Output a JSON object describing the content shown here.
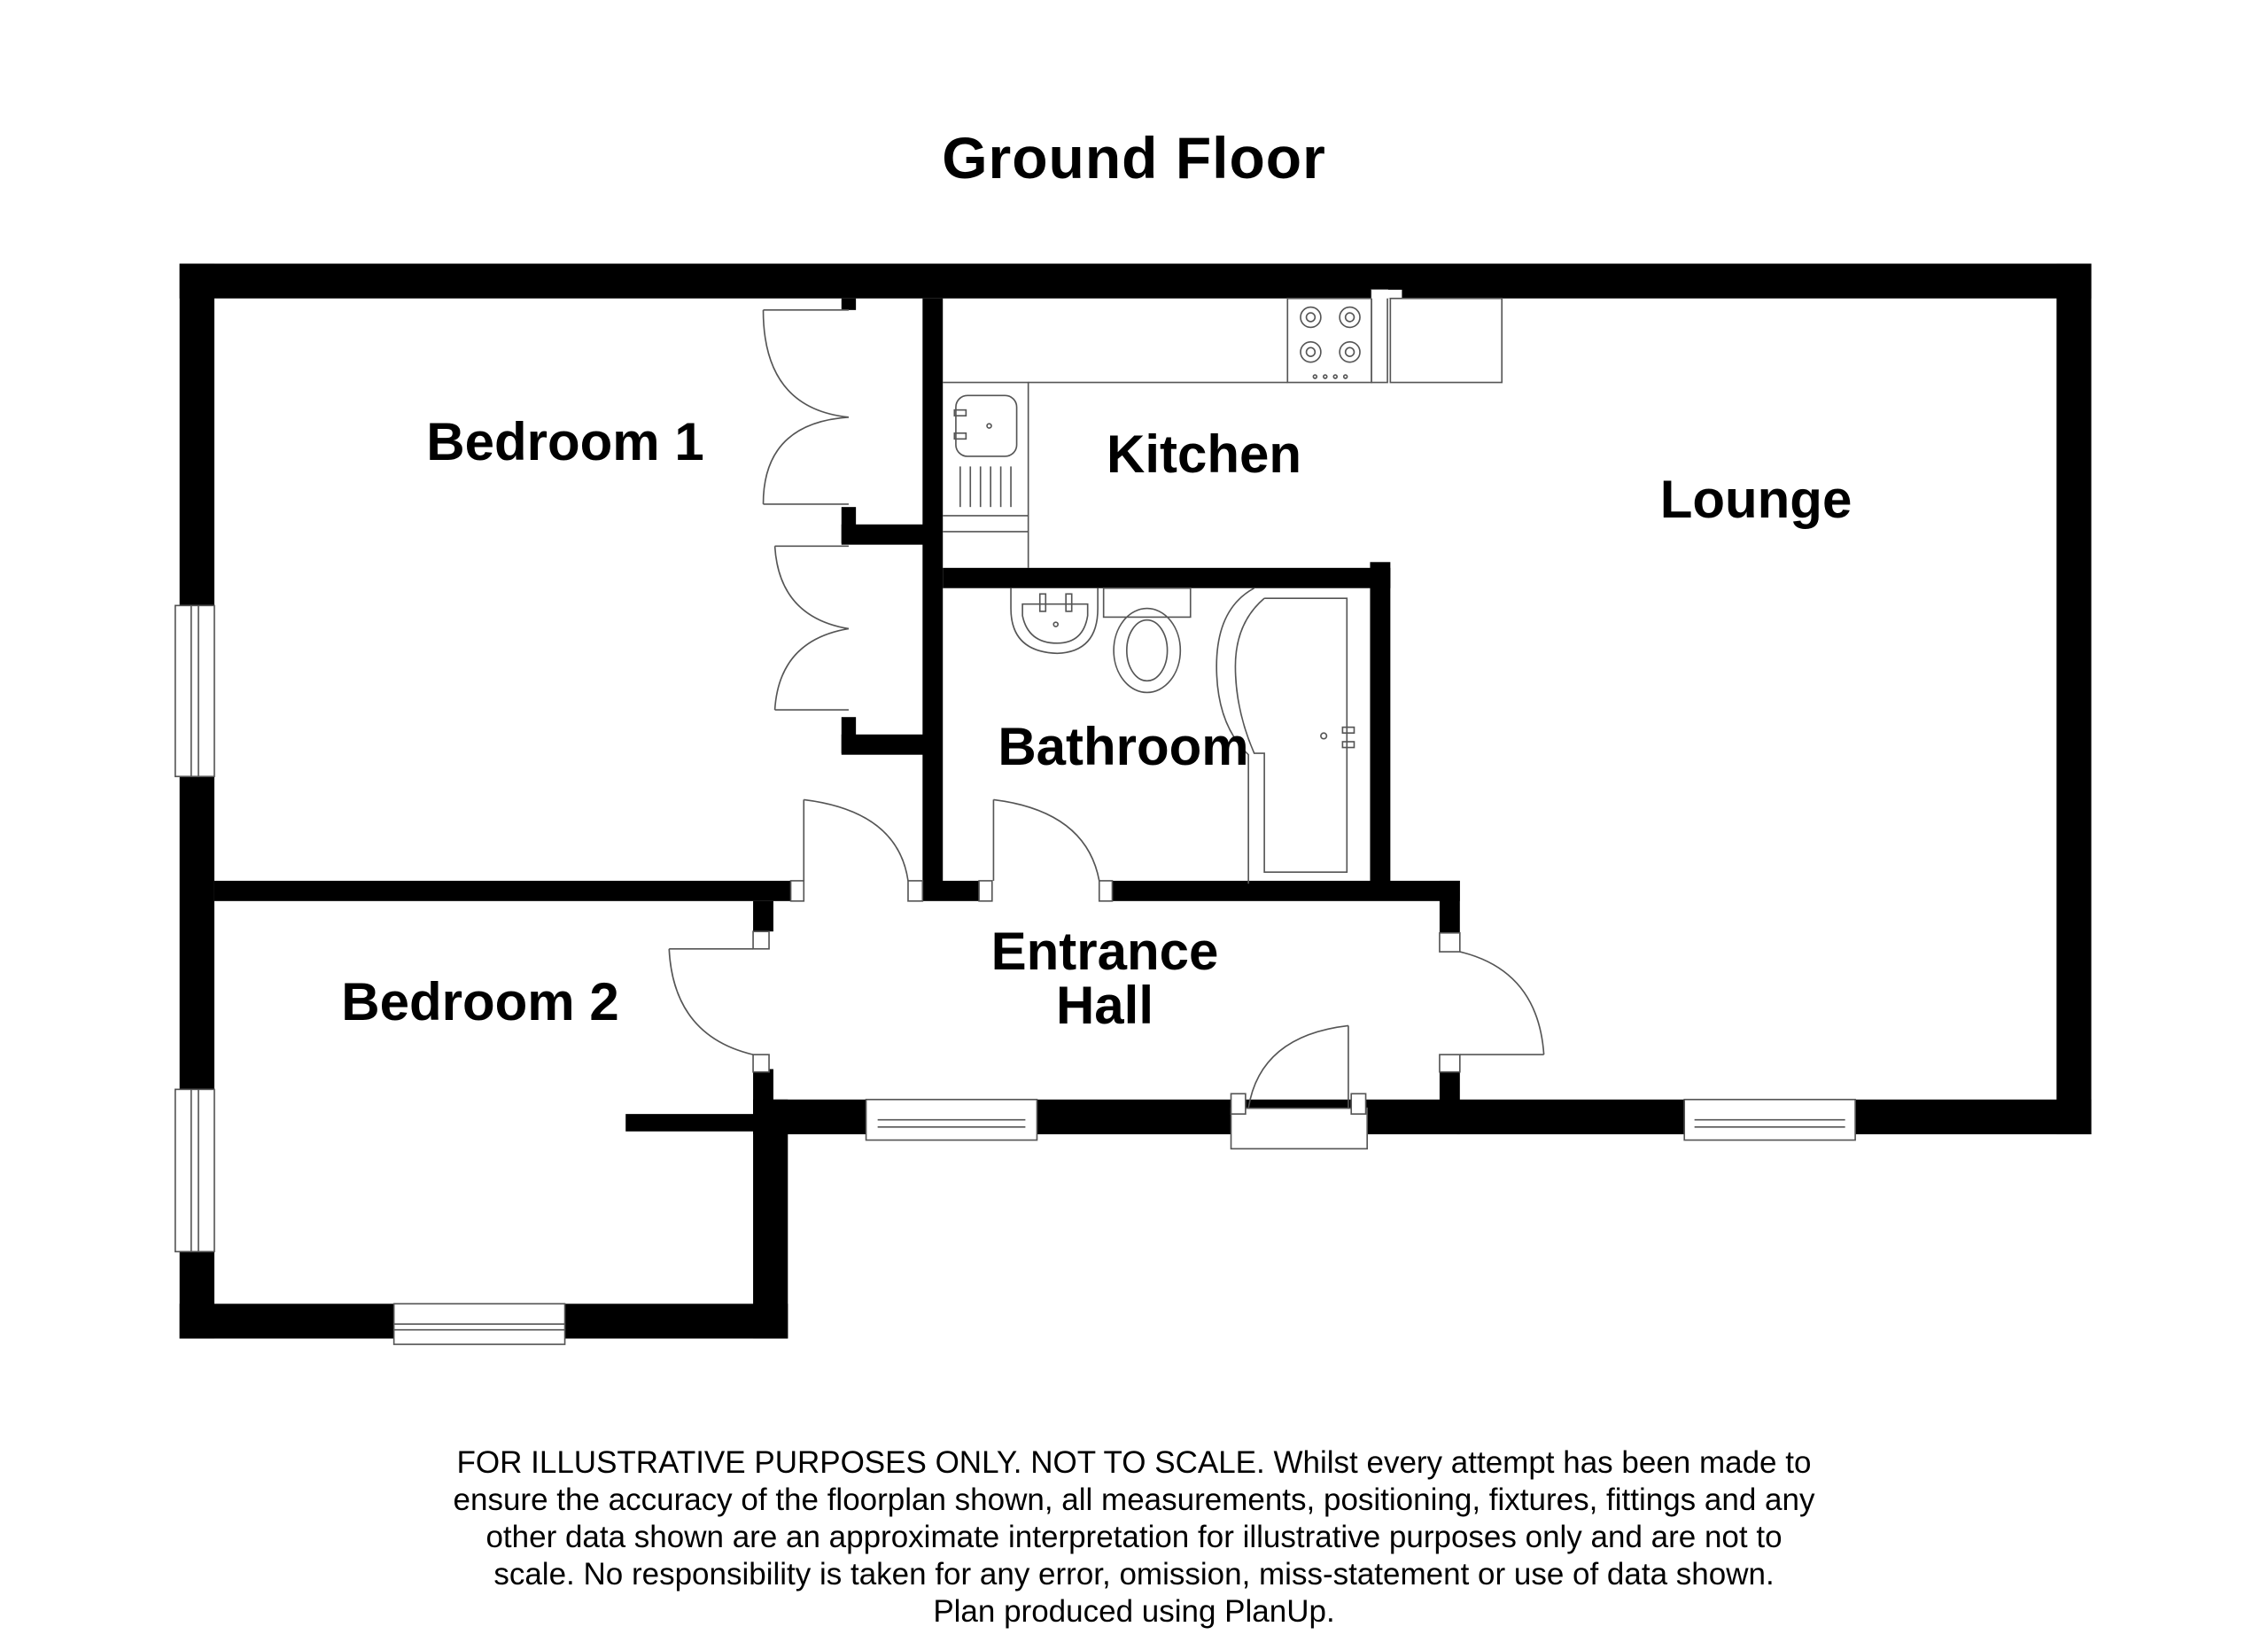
{
  "title": "Ground Floor",
  "rooms": [
    {
      "id": "bedroom-1",
      "label": "Bedroom 1"
    },
    {
      "id": "kitchen",
      "label": "Kitchen"
    },
    {
      "id": "lounge",
      "label": "Lounge"
    },
    {
      "id": "bathroom",
      "label": "Bathroom"
    },
    {
      "id": "entrance-hall",
      "label_line1": "Entrance",
      "label_line2": "Hall"
    },
    {
      "id": "bedroom-2",
      "label": "Bedroom 2"
    }
  ],
  "colors": {
    "wall": "#000000",
    "background": "#ffffff",
    "fixture_line": "#555555"
  },
  "disclaimer": {
    "lines": [
      "FOR ILLUSTRATIVE PURPOSES ONLY. NOT TO SCALE.  Whilst every attempt has been made to",
      "ensure the accuracy of the floorplan shown, all measurements, positioning, fixtures, fittings and any",
      "other data shown are an approximate interpretation for illustrative purposes only and are not to",
      "scale. No responsibility is taken for any error, omission, miss-statement or use of data shown.",
      "Plan produced using PlanUp."
    ]
  }
}
